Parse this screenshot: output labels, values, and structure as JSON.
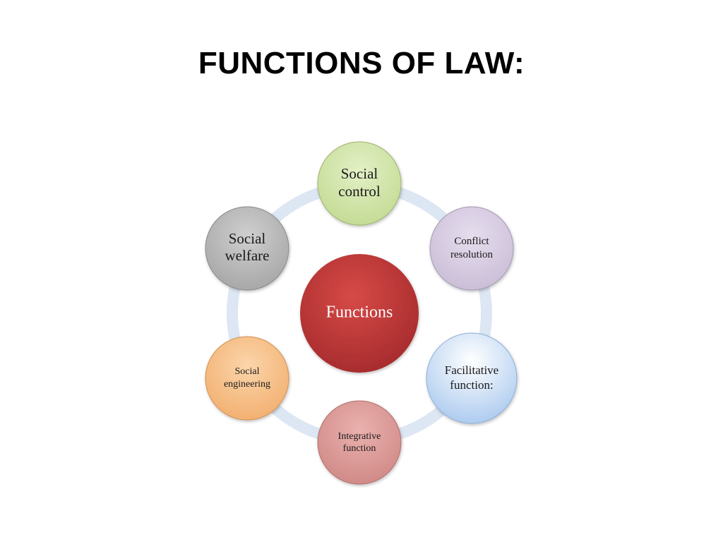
{
  "slide": {
    "title": "FUNCTIONS OF LAW:"
  },
  "diagram": {
    "center": {
      "label": "Functions",
      "color": "#c0393b"
    },
    "nodes": [
      {
        "id": "social-control",
        "lines": [
          "Social",
          "control"
        ],
        "color": "#cfe3a6"
      },
      {
        "id": "conflict-resolution",
        "lines": [
          "Conflict",
          "resolution"
        ],
        "color": "#d6cbe0"
      },
      {
        "id": "facilitative-function",
        "lines": [
          "Facilitative",
          "function:"
        ],
        "color": "#bfd7f3"
      },
      {
        "id": "integrative-function",
        "lines": [
          "Integrative",
          "function"
        ],
        "color": "#dc9a98"
      },
      {
        "id": "social-engineering",
        "lines": [
          "Social",
          "engineering"
        ],
        "color": "#f8c28c"
      },
      {
        "id": "social-welfare",
        "lines": [
          "Social",
          "welfare"
        ],
        "color": "#b9b9b9"
      }
    ],
    "ring_color": "#dde7f3"
  }
}
